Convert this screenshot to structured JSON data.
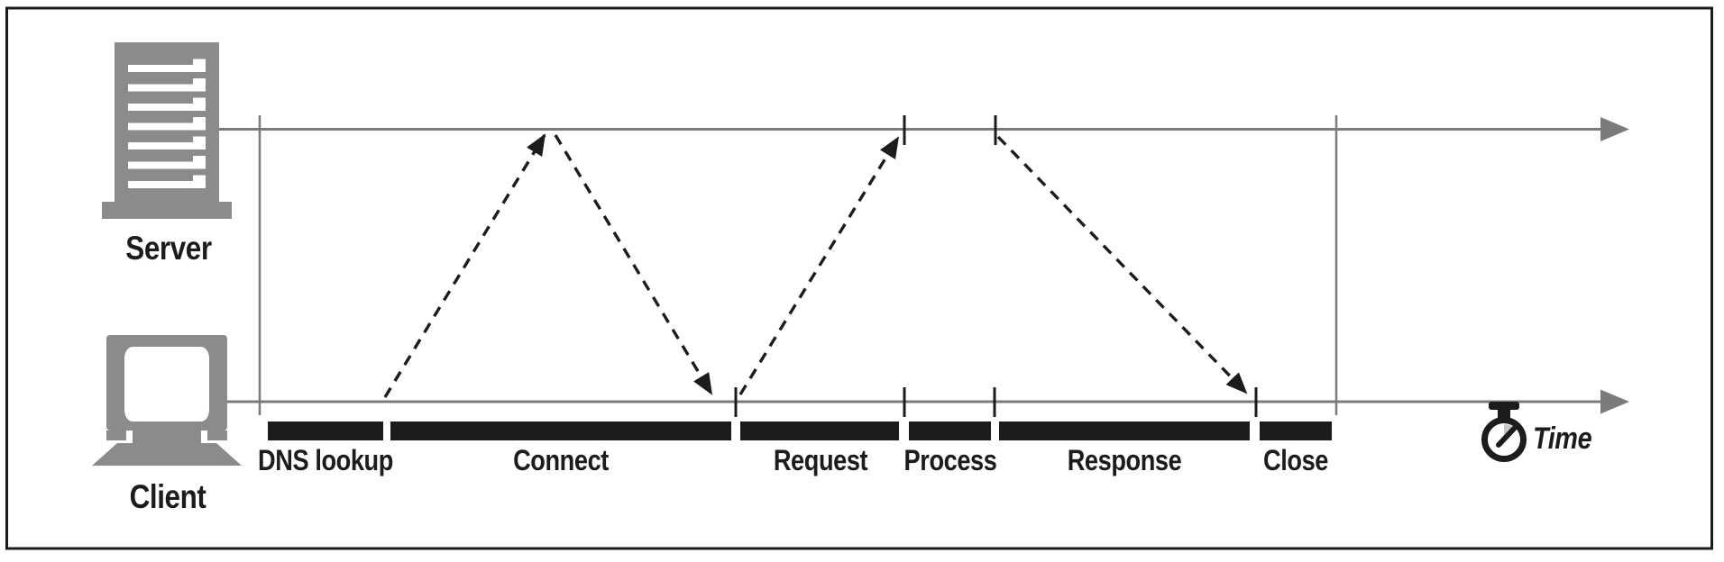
{
  "figure": {
    "actors": {
      "server_label": "Server",
      "client_label": "Client"
    },
    "phases": [
      {
        "label": "DNS lookup"
      },
      {
        "label": "Connect"
      },
      {
        "label": "Request"
      },
      {
        "label": "Process"
      },
      {
        "label": "Response"
      },
      {
        "label": "Close"
      }
    ],
    "time_label": "Time",
    "colors": {
      "icon_gray": "#8b8b8b",
      "line_gray": "#7b7b7b",
      "ink": "#1c1c1c",
      "stopwatch_wedge": "#c8c8c8"
    }
  }
}
